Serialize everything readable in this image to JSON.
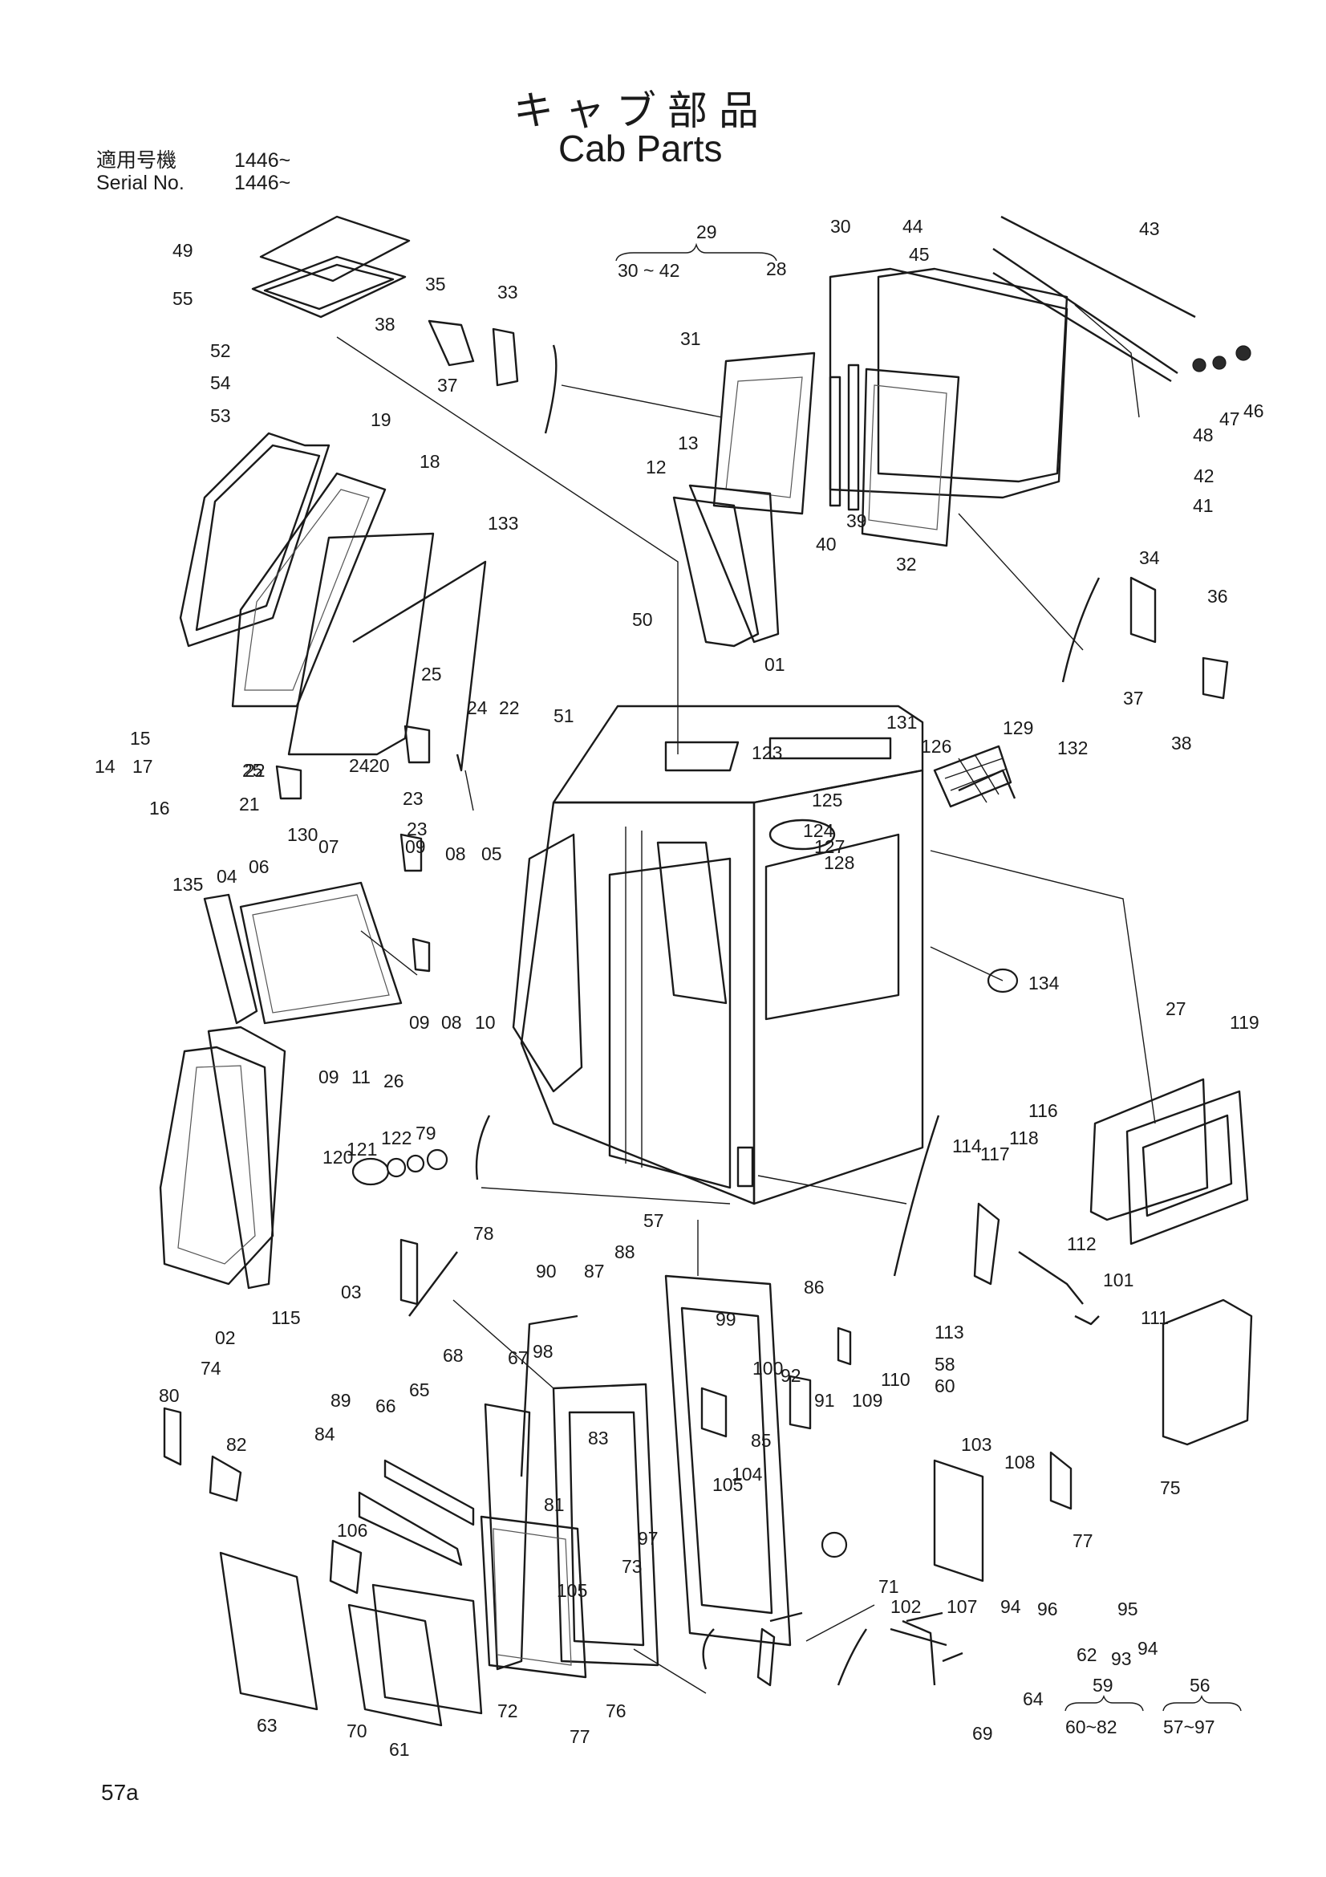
{
  "title_jp": "キャブ部品",
  "title_en": "Cab Parts",
  "serial": {
    "jp_label": "適用号機",
    "jp_value": "1446~",
    "en_label": "Serial No.",
    "en_value": "1446~"
  },
  "groups": [
    {
      "id": "29",
      "range": "30 ~ 42"
    },
    {
      "id": "59",
      "range": "60~82"
    },
    {
      "id": "56",
      "range": "57~97"
    }
  ],
  "callouts": [
    "49",
    "55",
    "52",
    "54",
    "53",
    "35",
    "33",
    "38",
    "37",
    "19",
    "18",
    "133",
    "12",
    "13",
    "31",
    "28",
    "30",
    "44",
    "45",
    "43",
    "40",
    "39",
    "32",
    "48",
    "47",
    "46",
    "42",
    "41",
    "34",
    "36",
    "37",
    "38",
    "50",
    "51",
    "01",
    "15",
    "14",
    "17",
    "16",
    "22",
    "25",
    "24",
    "22",
    "25",
    "24",
    "20",
    "21",
    "23",
    "23",
    "130",
    "131",
    "126",
    "123",
    "125",
    "124",
    "127",
    "128",
    "129",
    "132",
    "134",
    "07",
    "09",
    "08",
    "05",
    "135",
    "04",
    "06",
    "09",
    "08",
    "10",
    "09",
    "11",
    "26",
    "27",
    "119",
    "120",
    "121",
    "122",
    "79",
    "78",
    "03",
    "02",
    "115",
    "116",
    "118",
    "114",
    "117",
    "112",
    "101",
    "57",
    "88",
    "87",
    "90",
    "86",
    "98",
    "99",
    "100",
    "92",
    "91",
    "109",
    "110",
    "111",
    "113",
    "58",
    "60",
    "67",
    "68",
    "65",
    "66",
    "89",
    "84",
    "83",
    "85",
    "104",
    "105",
    "103",
    "108",
    "77",
    "75",
    "74",
    "80",
    "82",
    "81",
    "97",
    "73",
    "71",
    "106",
    "105",
    "102",
    "107",
    "94",
    "96",
    "95",
    "94",
    "93",
    "62",
    "64",
    "69",
    "63",
    "70",
    "61",
    "72",
    "77",
    "76"
  ],
  "page_number": "57a"
}
